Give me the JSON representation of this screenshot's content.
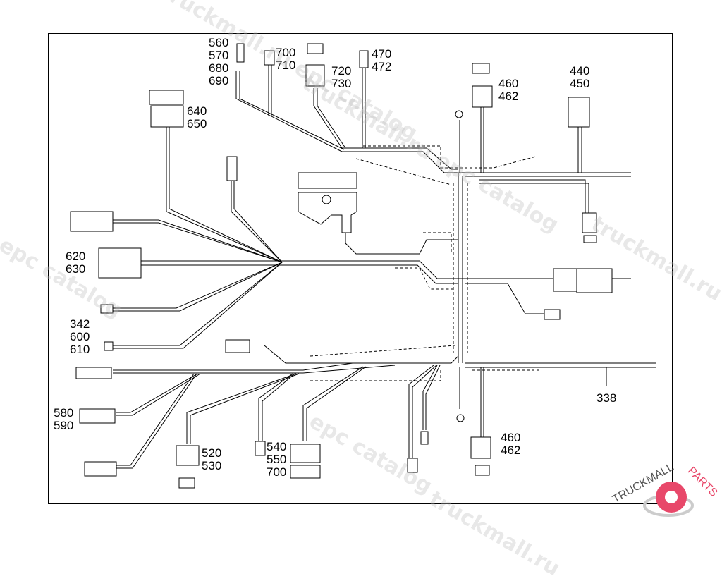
{
  "diagram": {
    "title": "Wiring harness diagram",
    "callouts": {
      "c560": "560\n570\n680\n690",
      "c700": "700\n710",
      "c720": "720\n730",
      "c470": "470\n472",
      "c460top": "460\n462",
      "c440": "440\n450",
      "c640": "640\n650",
      "c620": "620\n630",
      "c342": "342\n600\n610",
      "c580": "580\n590",
      "c520": "520\n530",
      "c540": "540\n550\n700",
      "c460bot": "460\n462",
      "c338": "338"
    }
  },
  "watermarks": [
    "truckmall.ru epc catalog",
    "epc catalog",
    "truckmall.ru",
    "epc catalog",
    "truckmall.ru epc catalog",
    "truckmall.ru"
  ],
  "logo": {
    "brand_dark": "TRUCKMALL",
    "brand_accent": "PARTS",
    "accent_color": "#e8486a",
    "dark_color": "#555555"
  }
}
